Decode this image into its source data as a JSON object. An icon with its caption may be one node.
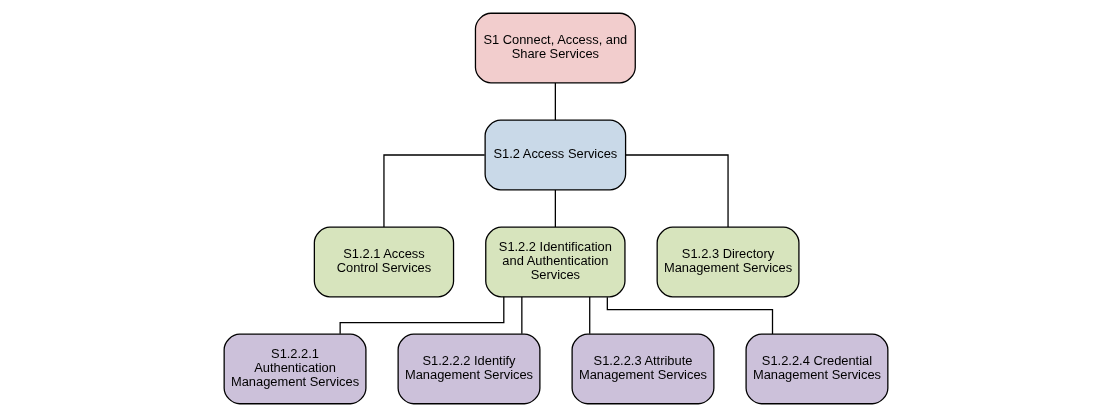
{
  "diagram": {
    "nodes": [
      {
        "text": [
          "S1 Connect, Access, and Share Services"
        ]
      },
      {
        "text": [
          "S1.2 Access Services"
        ]
      },
      {
        "text": [
          "S1.2.1 Access Control Services"
        ]
      },
      {
        "text": [
          "S1.2.2 Identification and Authentication Services"
        ]
      },
      {
        "text": [
          "S1.2.3 Directory Management Services"
        ]
      },
      {
        "text": [
          "S1.2.2.1 Authentication Management Services"
        ]
      },
      {
        "text": [
          "S1.2.2.2 Identify Management Services"
        ]
      },
      {
        "text": [
          "S1.2.2.3 Attribute Management Services"
        ]
      },
      {
        "text": [
          "S1.2.2.4 Credential Management Services"
        ]
      }
    ],
    "edges": [
      {
        "from": 0,
        "to": 1,
        "arrow": "none"
      },
      {
        "from": 1,
        "to": 2,
        "arrow": "none"
      },
      {
        "from": 1,
        "to": 3,
        "arrow": "none"
      },
      {
        "from": 1,
        "to": 4,
        "arrow": "none"
      },
      {
        "from": 3,
        "to": 5,
        "arrow": "none"
      },
      {
        "from": 3,
        "to": 6,
        "arrow": "none"
      },
      {
        "from": 3,
        "to": 7,
        "arrow": "none"
      },
      {
        "from": 3,
        "to": 8,
        "arrow": "none"
      }
    ]
  }
}
